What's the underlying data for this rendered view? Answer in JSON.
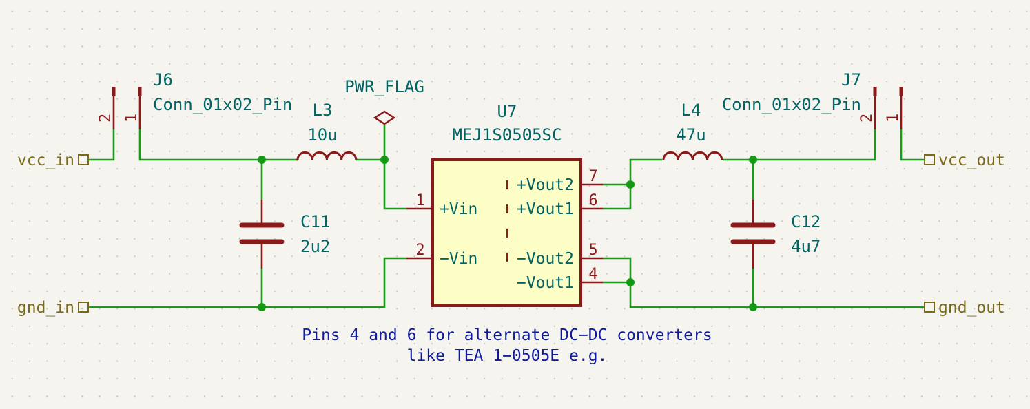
{
  "components": {
    "j6": {
      "ref": "J6",
      "value": "Conn_01x02_Pin",
      "pin1": "1",
      "pin2": "2"
    },
    "j7": {
      "ref": "J7",
      "value": "Conn_01x02_Pin",
      "pin1": "1",
      "pin2": "2"
    },
    "l3": {
      "ref": "L3",
      "value": "10u"
    },
    "l4": {
      "ref": "L4",
      "value": "47u"
    },
    "c11": {
      "ref": "C11",
      "value": "2u2"
    },
    "c12": {
      "ref": "C12",
      "value": "4u7"
    },
    "u7": {
      "ref": "U7",
      "value": "MEJ1S0505SC",
      "pins": [
        {
          "num": "1",
          "name": "+Vin"
        },
        {
          "num": "2",
          "name": "−Vin"
        },
        {
          "num": "7",
          "name": "+Vout2"
        },
        {
          "num": "6",
          "name": "+Vout1"
        },
        {
          "num": "5",
          "name": "−Vout2"
        },
        {
          "num": "4",
          "name": "−Vout1"
        }
      ]
    },
    "pwr_flag": {
      "ref": "PWR_FLAG"
    }
  },
  "ports": {
    "vcc_in": "vcc_in",
    "gnd_in": "gnd_in",
    "vcc_out": "vcc_out",
    "gnd_out": "gnd_out"
  },
  "note": {
    "line1": "Pins 4 and 6 for alternate DC−DC converters",
    "line2": "like TEA 1−0505E e.g."
  },
  "colors": {
    "wire": "#199a19",
    "symbol": "#8c1919",
    "symbol_fill": "#fdfdc6",
    "reference": "#006464",
    "port_label": "#7a6a19",
    "note": "#101a9e",
    "background": "#f5f4ef"
  }
}
